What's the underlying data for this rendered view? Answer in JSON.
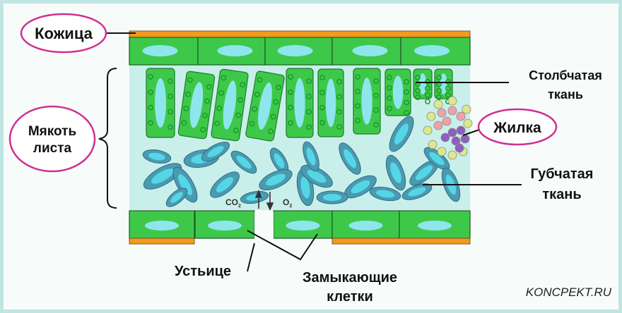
{
  "labels": {
    "epidermis": "Кожица",
    "mesophyll_line1": "Мякоть",
    "mesophyll_line2": "листа",
    "palisade_line1": "Столбчатая",
    "palisade_line2": "ткань",
    "vein": "Жилка",
    "spongy_line1": "Губчатая",
    "spongy_line2": "ткань",
    "stoma": "Устьице",
    "guard_line1": "Замыкающие",
    "guard_line2": "клетки",
    "co2": "CO",
    "co2_sub": "2",
    "o2": "O",
    "o2_sub": "2"
  },
  "watermark": "KONCPEKT.RU",
  "colors": {
    "cuticle": "#f39a1c",
    "cell": "#3ec84a",
    "vacuole": "#8ee6ec",
    "spongy": "#4a9ab0",
    "mesophyll_bg": "#c9efea",
    "label_ring": "#d0308f"
  }
}
